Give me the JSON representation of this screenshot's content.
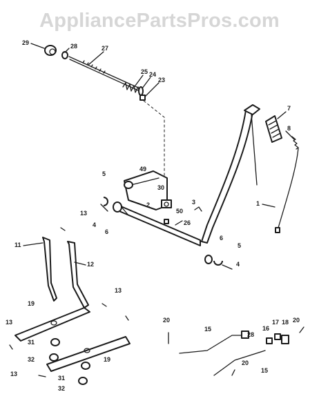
{
  "watermark": "AppliancePartsPros.com",
  "labels": {
    "l1": "1",
    "l2": "2",
    "l3": "3",
    "l4a": "4",
    "l4b": "4",
    "l5a": "5",
    "l5b": "5",
    "l6a": "6",
    "l6b": "6",
    "l7": "7",
    "l8": "8",
    "l11": "11",
    "l12": "12",
    "l13a": "13",
    "l13b": "13",
    "l13c": "13",
    "l13d": "13",
    "l15a": "15",
    "l15b": "15",
    "l16": "16",
    "l17": "17",
    "l18": "18",
    "l19a": "19",
    "l19b": "19",
    "l20a": "20",
    "l20b": "20",
    "l20c": "20",
    "l23": "23",
    "l24": "24",
    "l25": "25",
    "l26": "26",
    "l27": "27",
    "l28a": "28",
    "l28b": "28",
    "l29": "29",
    "l30": "30",
    "l31a": "31",
    "l31b": "31",
    "l32a": "32",
    "l32b": "32",
    "l49": "49",
    "l50": "50"
  }
}
